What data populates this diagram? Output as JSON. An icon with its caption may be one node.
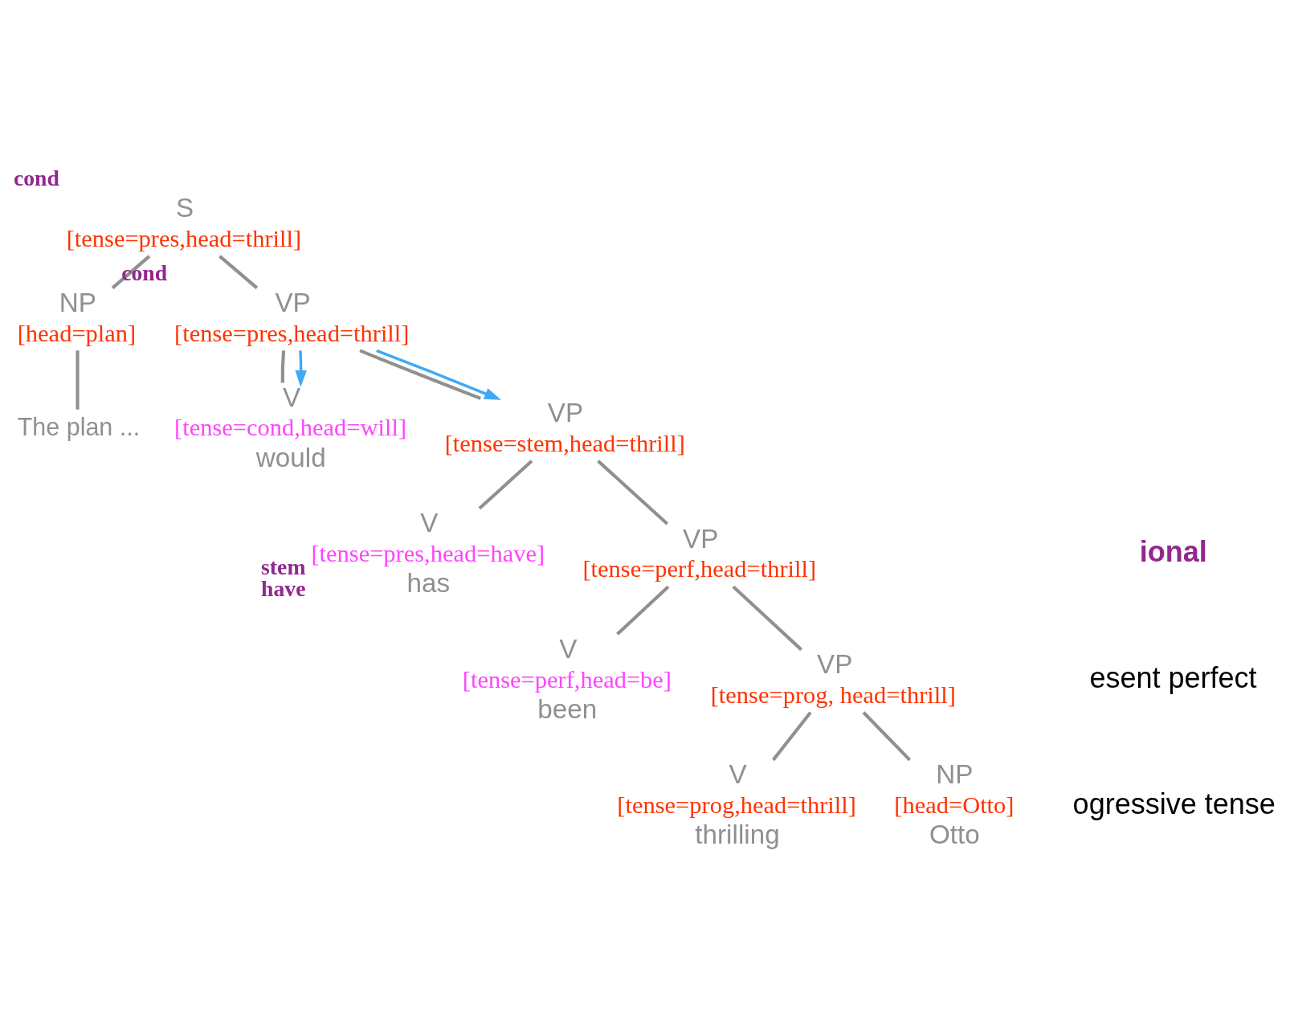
{
  "diagram": {
    "nodes": [
      {
        "text": [
          "S",
          "[tense=pres,head=thrill]"
        ],
        "beside": [
          "cond"
        ]
      },
      {
        "text": [
          "NP",
          "[head=plan]"
        ]
      },
      {
        "text": [
          "The plan ..."
        ]
      },
      {
        "text": [
          "VP",
          "[tense=pres,head=thrill]"
        ],
        "beside": [
          "cond"
        ]
      },
      {
        "text": [
          "V",
          "[tense=cond,head=will]",
          "would"
        ]
      },
      {
        "text": [
          "VP",
          "[tense=stem,head=thrill]"
        ]
      },
      {
        "text": [
          "V",
          "[tense=pres,head=have]",
          "has"
        ],
        "beside": [
          "stem",
          "have"
        ]
      },
      {
        "text": [
          "VP",
          "[tense=perf,head=thrill]"
        ]
      },
      {
        "text": [
          "V",
          "[tense=perf,head=be]",
          "been"
        ]
      },
      {
        "text": [
          "VP",
          "[tense=prog, head=thrill]"
        ]
      },
      {
        "text": [
          "V",
          "[tense=prog,head=thrill]",
          "thrilling"
        ]
      },
      {
        "text": [
          "NP",
          "[head=Otto]",
          "Otto"
        ]
      }
    ],
    "edges": [
      {
        "from": 0,
        "to": 1,
        "arrow": "none"
      },
      {
        "from": 0,
        "to": 3,
        "arrow": "none"
      },
      {
        "from": 1,
        "to": 2,
        "arrow": "none"
      },
      {
        "from": 3,
        "to": 4,
        "arrow": "none"
      },
      {
        "from": 3,
        "to": 5,
        "arrow": "none"
      },
      {
        "from": 3,
        "to": 4,
        "arrow": "to",
        "color": "#3fa9f5"
      },
      {
        "from": 3,
        "to": 5,
        "arrow": "to",
        "color": "#3fa9f5"
      },
      {
        "from": 5,
        "to": 6,
        "arrow": "none"
      },
      {
        "from": 5,
        "to": 7,
        "arrow": "none"
      },
      {
        "from": 7,
        "to": 8,
        "arrow": "none"
      },
      {
        "from": 7,
        "to": 9,
        "arrow": "none"
      },
      {
        "from": 9,
        "to": 10,
        "arrow": "none"
      },
      {
        "from": 9,
        "to": 11,
        "arrow": "none"
      }
    ],
    "labels": [
      "ional",
      "esent perfect",
      "ogressive tense"
    ]
  }
}
